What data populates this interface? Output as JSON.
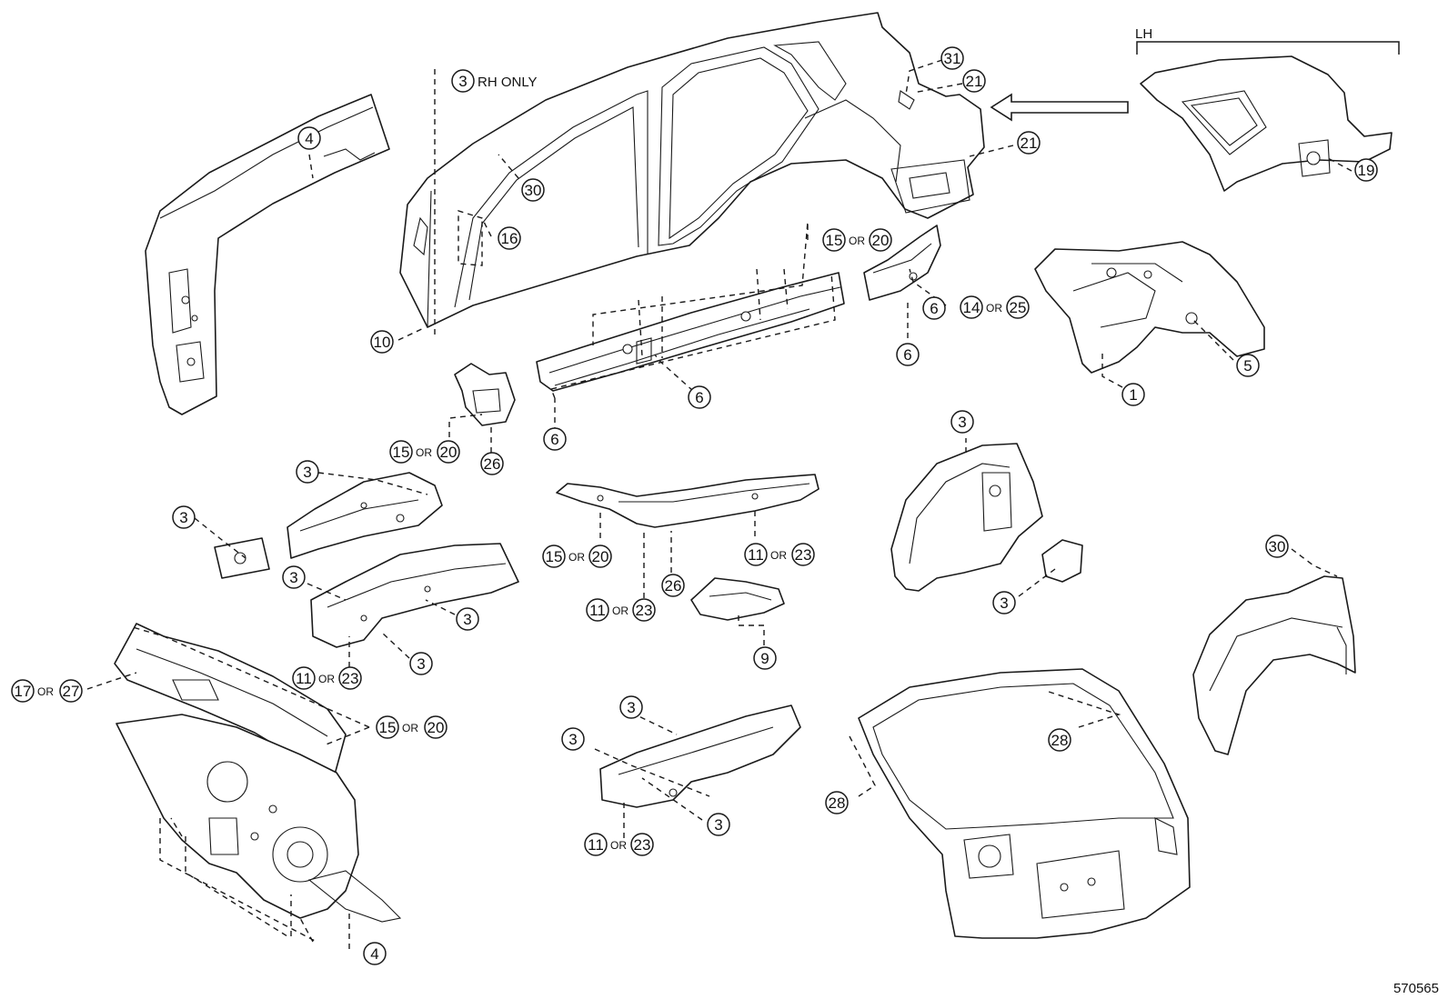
{
  "lh_label": "LH",
  "rh_only_text": "RH ONLY",
  "or_text": "OR",
  "diagram_code": "570565",
  "callouts": [
    {
      "id": "c31",
      "num": "31"
    },
    {
      "id": "c21a",
      "num": "21"
    },
    {
      "id": "c21b",
      "num": "21"
    },
    {
      "id": "c19",
      "num": "19"
    },
    {
      "id": "c3rh",
      "num": "3"
    },
    {
      "id": "c4a",
      "num": "4"
    },
    {
      "id": "c30a",
      "num": "30"
    },
    {
      "id": "c16",
      "num": "16"
    },
    {
      "id": "c10",
      "num": "10"
    },
    {
      "id": "c15a",
      "num": "15",
      "alt": "20"
    },
    {
      "id": "c14",
      "num": "14",
      "alt": "25"
    },
    {
      "id": "c6a",
      "num": "6"
    },
    {
      "id": "c6b",
      "num": "6"
    },
    {
      "id": "c6c",
      "num": "6"
    },
    {
      "id": "c6d",
      "num": "6"
    },
    {
      "id": "c5",
      "num": "5"
    },
    {
      "id": "c1",
      "num": "1"
    },
    {
      "id": "c15b",
      "num": "15",
      "alt": "20"
    },
    {
      "id": "c26a",
      "num": "26"
    },
    {
      "id": "c3a",
      "num": "3"
    },
    {
      "id": "c3b",
      "num": "3"
    },
    {
      "id": "c3c",
      "num": "3"
    },
    {
      "id": "c3d",
      "num": "3"
    },
    {
      "id": "c3e",
      "num": "3"
    },
    {
      "id": "c11a",
      "num": "11",
      "alt": "23"
    },
    {
      "id": "c15c",
      "num": "15",
      "alt": "20"
    },
    {
      "id": "c11b",
      "num": "11",
      "alt": "23"
    },
    {
      "id": "c11c",
      "num": "11",
      "alt": "23"
    },
    {
      "id": "c26b",
      "num": "26"
    },
    {
      "id": "c9",
      "num": "9"
    },
    {
      "id": "c3f",
      "num": "3"
    },
    {
      "id": "c3g",
      "num": "3"
    },
    {
      "id": "c30b",
      "num": "30"
    },
    {
      "id": "c17",
      "num": "17",
      "alt": "27"
    },
    {
      "id": "c15d",
      "num": "15",
      "alt": "20"
    },
    {
      "id": "c3h",
      "num": "3"
    },
    {
      "id": "c3i",
      "num": "3"
    },
    {
      "id": "c3j",
      "num": "3"
    },
    {
      "id": "c11d",
      "num": "11",
      "alt": "23"
    },
    {
      "id": "c28a",
      "num": "28"
    },
    {
      "id": "c28b",
      "num": "28"
    },
    {
      "id": "c4b",
      "num": "4"
    }
  ]
}
